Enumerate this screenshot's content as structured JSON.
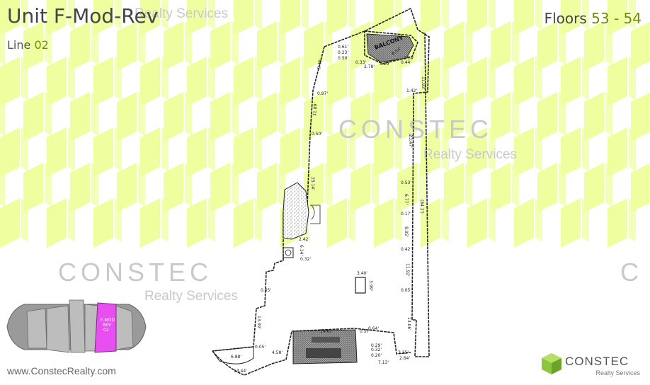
{
  "unit": {
    "title": "Unit F-Mod-Rev",
    "line_label": "Line",
    "line_number": "02"
  },
  "floors": {
    "label": "Floors",
    "range": "53 - 54"
  },
  "watermarks": [
    {
      "brand": "CONSTEC",
      "tagline": "Realty Services"
    },
    {
      "brand": "CONSTEC",
      "tagline": "Realty Services"
    },
    {
      "brand": "CONSTEC",
      "tagline": "Realty Services"
    }
  ],
  "website": "www.ConstecRealty.com",
  "logo": {
    "brand": "CONSTEC",
    "tagline": "Realty Services"
  },
  "keyplan": {
    "highlight_label_1": "F-MOD",
    "highlight_label_2": "REV",
    "highlight_label_3": "02",
    "highlight_color": "#e84ff0"
  },
  "plan": {
    "room_labels": {
      "balcony_top": "BALCONY"
    },
    "dimensions": [
      "0.61'",
      "0.23'",
      "0.50'",
      "0.33'",
      "3.29'",
      "2.78'",
      "6.54'",
      "0.44'",
      "2.14'",
      "11.93'",
      "1.42'",
      "9.45'",
      "0.97'",
      "11.89'",
      "0.50'",
      "23.47'",
      "25.14'",
      "0.53'",
      "6.77'",
      "(84.2')",
      "0.17'",
      "8.05'",
      "0.42'",
      "2.42'",
      "6.14'",
      "0.32'",
      "11.92'",
      "3.40'",
      "3.99'",
      "0.05'",
      "0.05'",
      "13.39'",
      "13.06'",
      "14.67'",
      "0.57'",
      "0.64'",
      "0.29'",
      "0.32'",
      "0.20'",
      "7.13'",
      "3.35'",
      "2.64'",
      "6.88'",
      "13.44'",
      "4.58'",
      "0.05'"
    ]
  },
  "colors": {
    "accent": "#6f8f00",
    "pattern": "#efff9f",
    "highlight": "#e84ff0"
  }
}
